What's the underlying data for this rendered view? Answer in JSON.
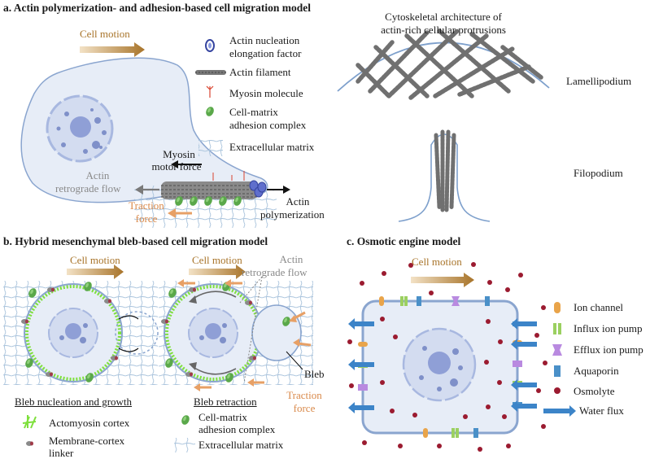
{
  "panel_a": {
    "title": "a. Actin polymerization- and adhesion-based cell migration model",
    "cell_motion": "Cell motion",
    "legend": {
      "nucleation_1": "Actin nucleation",
      "nucleation_2": "elongation factor",
      "filament": "Actin filament",
      "myosin": "Myosin molecule",
      "adhesion_1": "Cell-matrix",
      "adhesion_2": "adhesion complex",
      "ecm": "Extracellular matrix"
    },
    "myosin_force_1": "Myosin",
    "myosin_force_2": "motor force",
    "retro_1": "Actin",
    "retro_2": "retrograde flow",
    "traction_1": "Traction",
    "traction_2": "force",
    "poly_1": "Actin",
    "poly_2": "polymerization",
    "cyto_1": "Cytoskeletal architecture of",
    "cyto_2": "actin-rich cellular protrusions",
    "lamellipodium": "Lamellipodium",
    "filopodium": "Filopodium"
  },
  "panel_b": {
    "title": "b. Hybrid mesenchymal bleb-based cell migration model",
    "cell_motion_1": "Cell motion",
    "cell_motion_2": "Cell motion",
    "retro_1": "Actin",
    "retro_2": "retrograde flow",
    "bleb": "Bleb",
    "traction_1": "Traction",
    "traction_2": "force",
    "caption_1": "Bleb nucleation and growth",
    "caption_2": "Bleb retraction",
    "legend": {
      "cortex": "Actomyosin cortex",
      "linker_1": "Membrane-cortex",
      "linker_2": "linker",
      "adhesion_1": "Cell-matrix",
      "adhesion_2": "adhesion complex",
      "ecm": "Extracellular matrix"
    }
  },
  "panel_c": {
    "title": "c. Osmotic engine model",
    "cell_motion": "Cell motion",
    "legend": {
      "ion_channel": "Ion channel",
      "influx": "Influx ion pump",
      "efflux": "Efflux ion pump",
      "aquaporin": "Aquaporin",
      "osmolyte": "Osmolyte",
      "water": "Water flux"
    }
  },
  "colors": {
    "cell_fill": "#e7edf7",
    "cell_stroke": "#8aa5cf",
    "nucleus": "#a8b8e0",
    "nucleolus": "#7f90c9",
    "motion_arrow": "#a8742a",
    "traction": "#e7a066",
    "retrograde": "#7a7a7a",
    "adhesion": "#5aa84a",
    "cortex": "#7ee03c",
    "osmolyte": "#9b1b30",
    "water_flux": "#3c84c8",
    "filament": "#666666"
  },
  "icons": [
    "arrow-right-icon",
    "actin-filament-icon",
    "myosin-icon",
    "adhesion-complex-icon",
    "ecm-grid-icon",
    "ion-channel-icon",
    "ion-pump-icon",
    "aquaporin-icon",
    "osmolyte-icon"
  ]
}
